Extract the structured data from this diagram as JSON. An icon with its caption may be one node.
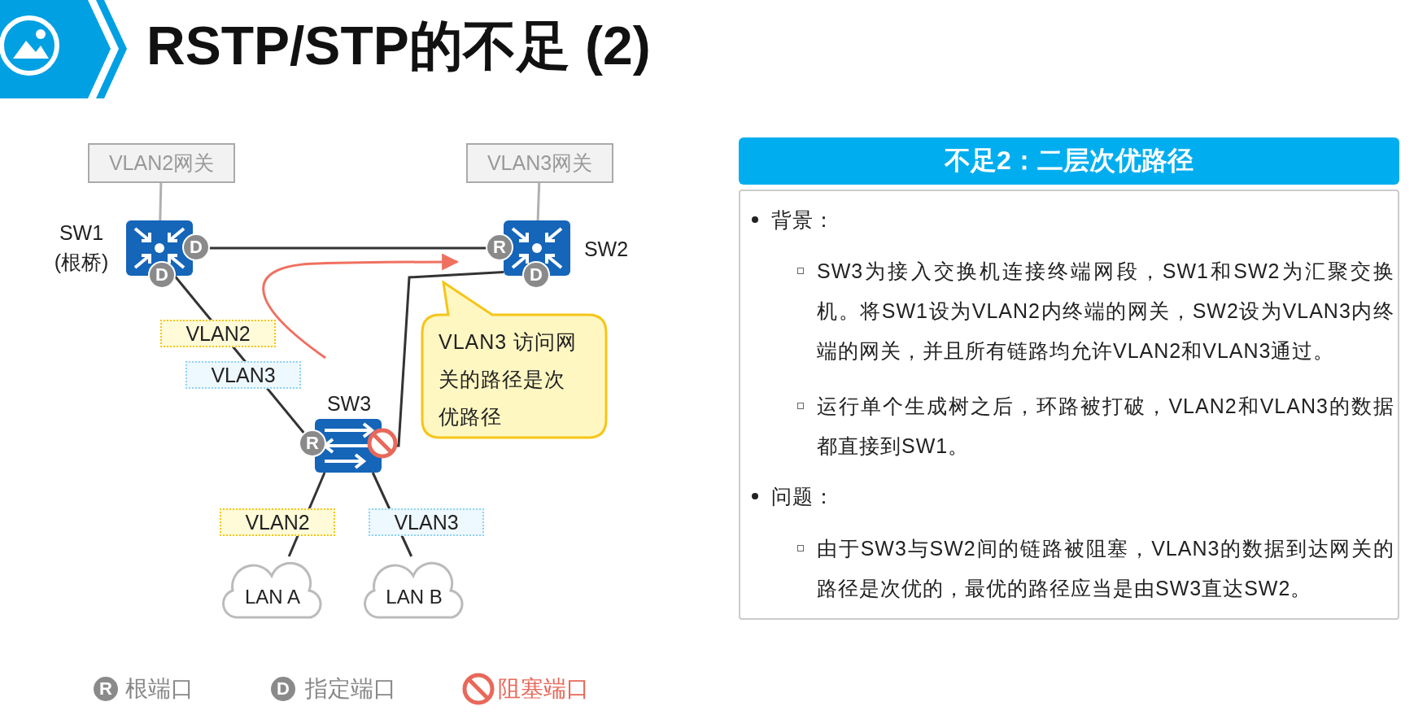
{
  "diagram": {
    "title": "RSTP/STP的不足 (2)",
    "nodes": [
      {
        "text": [
          "VLAN2网关"
        ]
      },
      {
        "text": [
          "VLAN3网关"
        ]
      },
      {
        "text": [],
        "shape": "switch",
        "beside": [
          "SW1 (根桥)"
        ]
      },
      {
        "text": [],
        "shape": "switch",
        "beside": [
          "SW2"
        ]
      },
      {
        "text": [],
        "shape": "switch",
        "beside": [
          "SW3"
        ]
      },
      {
        "text": [
          "VLAN3 访问网关的路径是次优路径"
        ]
      },
      {
        "text": [
          "LAN A"
        ]
      },
      {
        "text": [
          "LAN B"
        ]
      },
      {
        "text": [
          "不足2：二层次优路径"
        ]
      },
      {
        "text": [
          "背景：",
          "SW3为接入交换机连接终端网段，SW1和SW2为汇聚交换机。将SW1设为VLAN2内终端的网关，SW2设为VLAN3内终端的网关，并且所有链路均允许VLAN2和VLAN3通过。",
          "运行单个生成树之后，环路被打破，VLAN2和VLAN3的数据都直接到SW1。",
          "问题：",
          "由于SW3与SW2间的链路被阻塞，VLAN3的数据到达网关的路径是次优的，最优的路径应当是由SW3直达SW2。"
        ]
      }
    ],
    "edges": [
      {
        "from": 0,
        "to": 2,
        "arrow": "none",
        "color": "#b0b0b0"
      },
      {
        "from": 1,
        "to": 3,
        "arrow": "none",
        "color": "#b0b0b0"
      },
      {
        "from": 2,
        "to": 3,
        "arrow": "none"
      },
      {
        "from": 2,
        "to": 4,
        "arrow": "none"
      },
      {
        "from": 3,
        "to": 4,
        "arrow": "none"
      },
      {
        "from": 4,
        "to": 6,
        "arrow": "none"
      },
      {
        "from": 4,
        "to": 7,
        "arrow": "none"
      }
    ],
    "labels": [
      "D",
      "D",
      "R",
      "D",
      "VLAN2",
      "VLAN3",
      "R",
      "VLAN2",
      "VLAN3",
      "R",
      "D"
    ],
    "legend": [
      {
        "text": "根端口"
      },
      {
        "text": "指定端口"
      },
      {
        "text": "阻塞端口"
      }
    ]
  }
}
